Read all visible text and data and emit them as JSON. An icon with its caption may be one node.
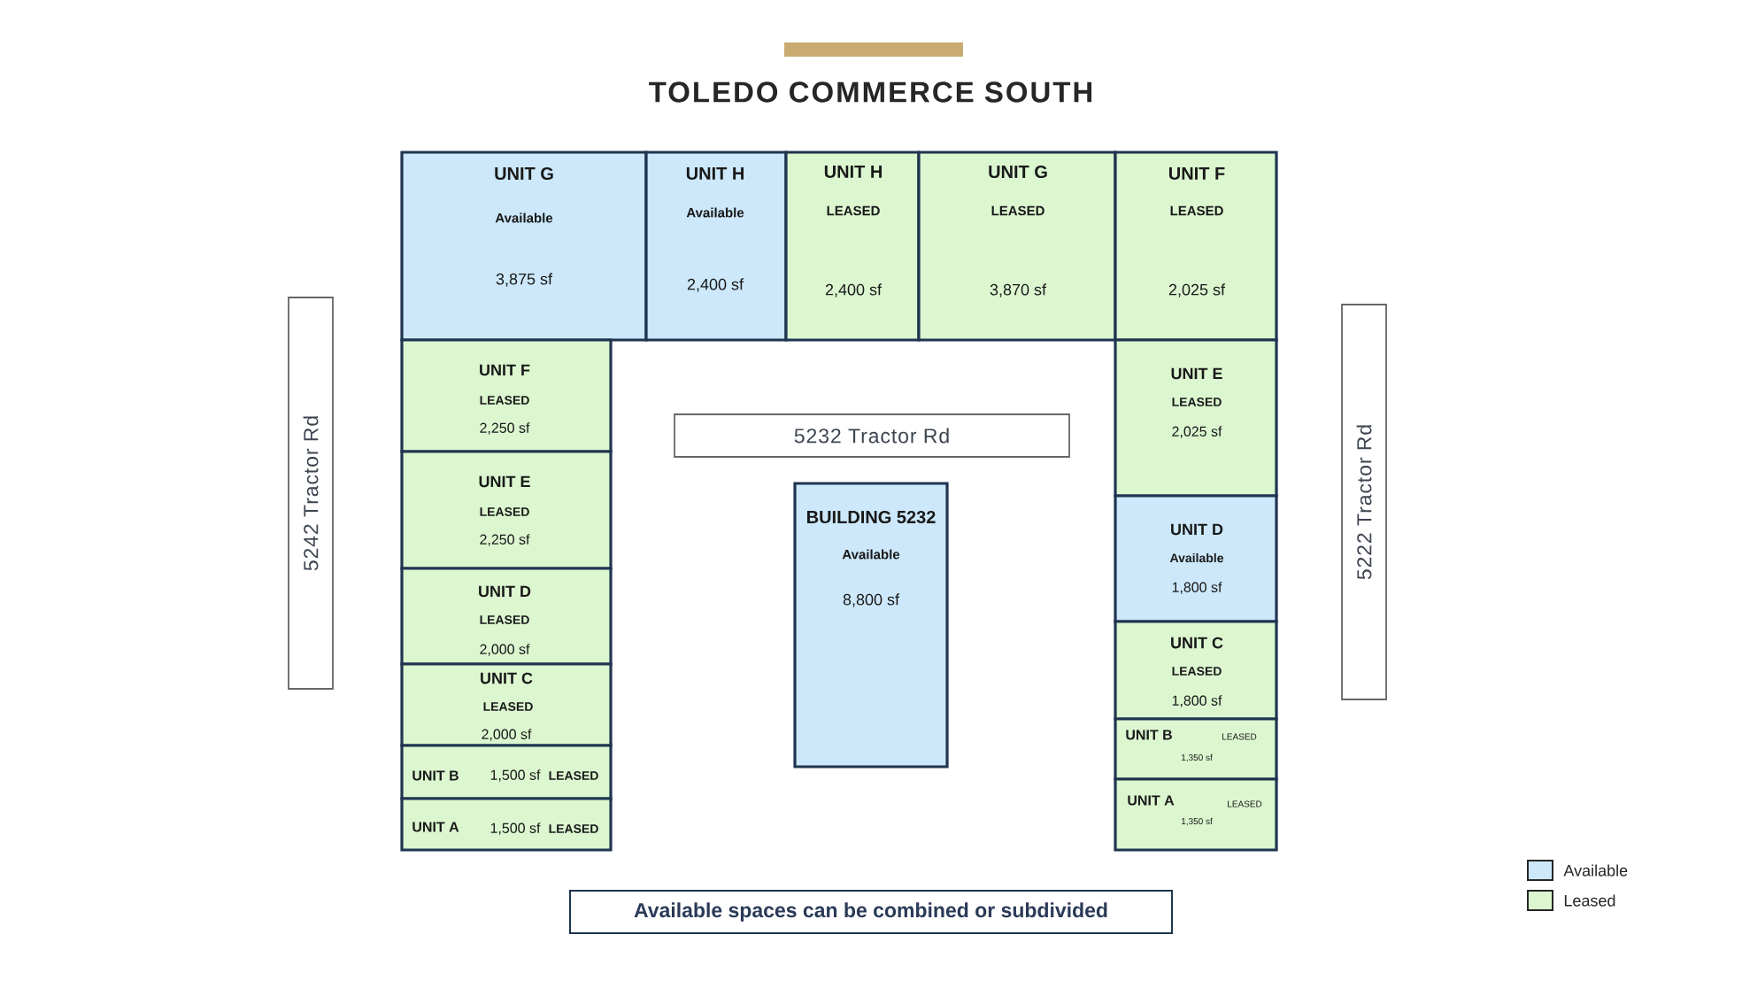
{
  "diagram": {
    "title": "TOLEDO COMMERCE SOUTH",
    "nodes": [
      {
        "text": [
          "UNIT G",
          "Available",
          "3,875 sf"
        ]
      },
      {
        "text": [
          "UNIT H",
          "Available",
          "2,400 sf"
        ]
      },
      {
        "text": [
          "UNIT H",
          "LEASED",
          "2,400 sf"
        ]
      },
      {
        "text": [
          "UNIT G",
          "LEASED",
          "3,870 sf"
        ]
      },
      {
        "text": [
          "UNIT F",
          "LEASED",
          "2,025 sf"
        ]
      },
      {
        "text": [
          "5242 Tractor Rd"
        ]
      },
      {
        "text": [
          "UNIT F",
          "LEASED",
          "2,250 sf"
        ]
      },
      {
        "text": [
          "UNIT E",
          "LEASED",
          "2,250 sf"
        ]
      },
      {
        "text": [
          "UNIT D",
          "LEASED",
          "2,000 sf"
        ]
      },
      {
        "text": [
          "UNIT C",
          "LEASED",
          "2,000 sf"
        ]
      },
      {
        "text": [
          "UNIT B",
          "1,500 sf",
          "LEASED"
        ]
      },
      {
        "text": [
          "UNIT A",
          "1,500 sf",
          "LEASED"
        ]
      },
      {
        "text": [
          "5232 Tractor Rd"
        ]
      },
      {
        "text": [
          "BUILDING 5232",
          "Available",
          "8,800 sf"
        ]
      },
      {
        "text": [
          "UNIT E",
          "LEASED",
          "2,025 sf"
        ]
      },
      {
        "text": [
          "UNIT D",
          "Available",
          "1,800 sf"
        ]
      },
      {
        "text": [
          "UNIT C",
          "LEASED",
          "1,800 sf"
        ]
      },
      {
        "text": [
          "UNIT B",
          "LEASED",
          "1,350 sf"
        ]
      },
      {
        "text": [
          "UNIT A",
          "LEASED",
          "1,350 sf"
        ]
      },
      {
        "text": [
          "5222 Tractor Rd"
        ]
      },
      {
        "text": [
          "Available spaces can be combined or subdivided"
        ]
      }
    ],
    "legend": [
      {
        "text": "Available",
        "color": "#cce8fa"
      },
      {
        "text": "Leased",
        "color": "#dcf7d0"
      }
    ]
  }
}
